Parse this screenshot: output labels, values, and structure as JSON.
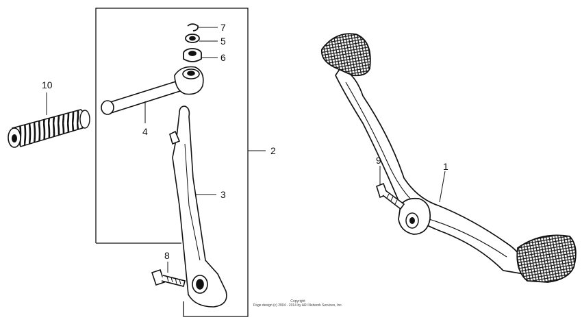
{
  "callouts": {
    "c1": "1",
    "c2": "2",
    "c3": "3",
    "c4": "4",
    "c5": "5",
    "c6": "6",
    "c7": "7",
    "c8": "8",
    "c9": "9",
    "c10": "10"
  },
  "copyright": {
    "line1": "Copyright",
    "line2": "Page design (c) 2004 - 2014 by ARI Network Services, Inc."
  },
  "colors": {
    "ink": "#111111",
    "paper": "#ffffff"
  }
}
